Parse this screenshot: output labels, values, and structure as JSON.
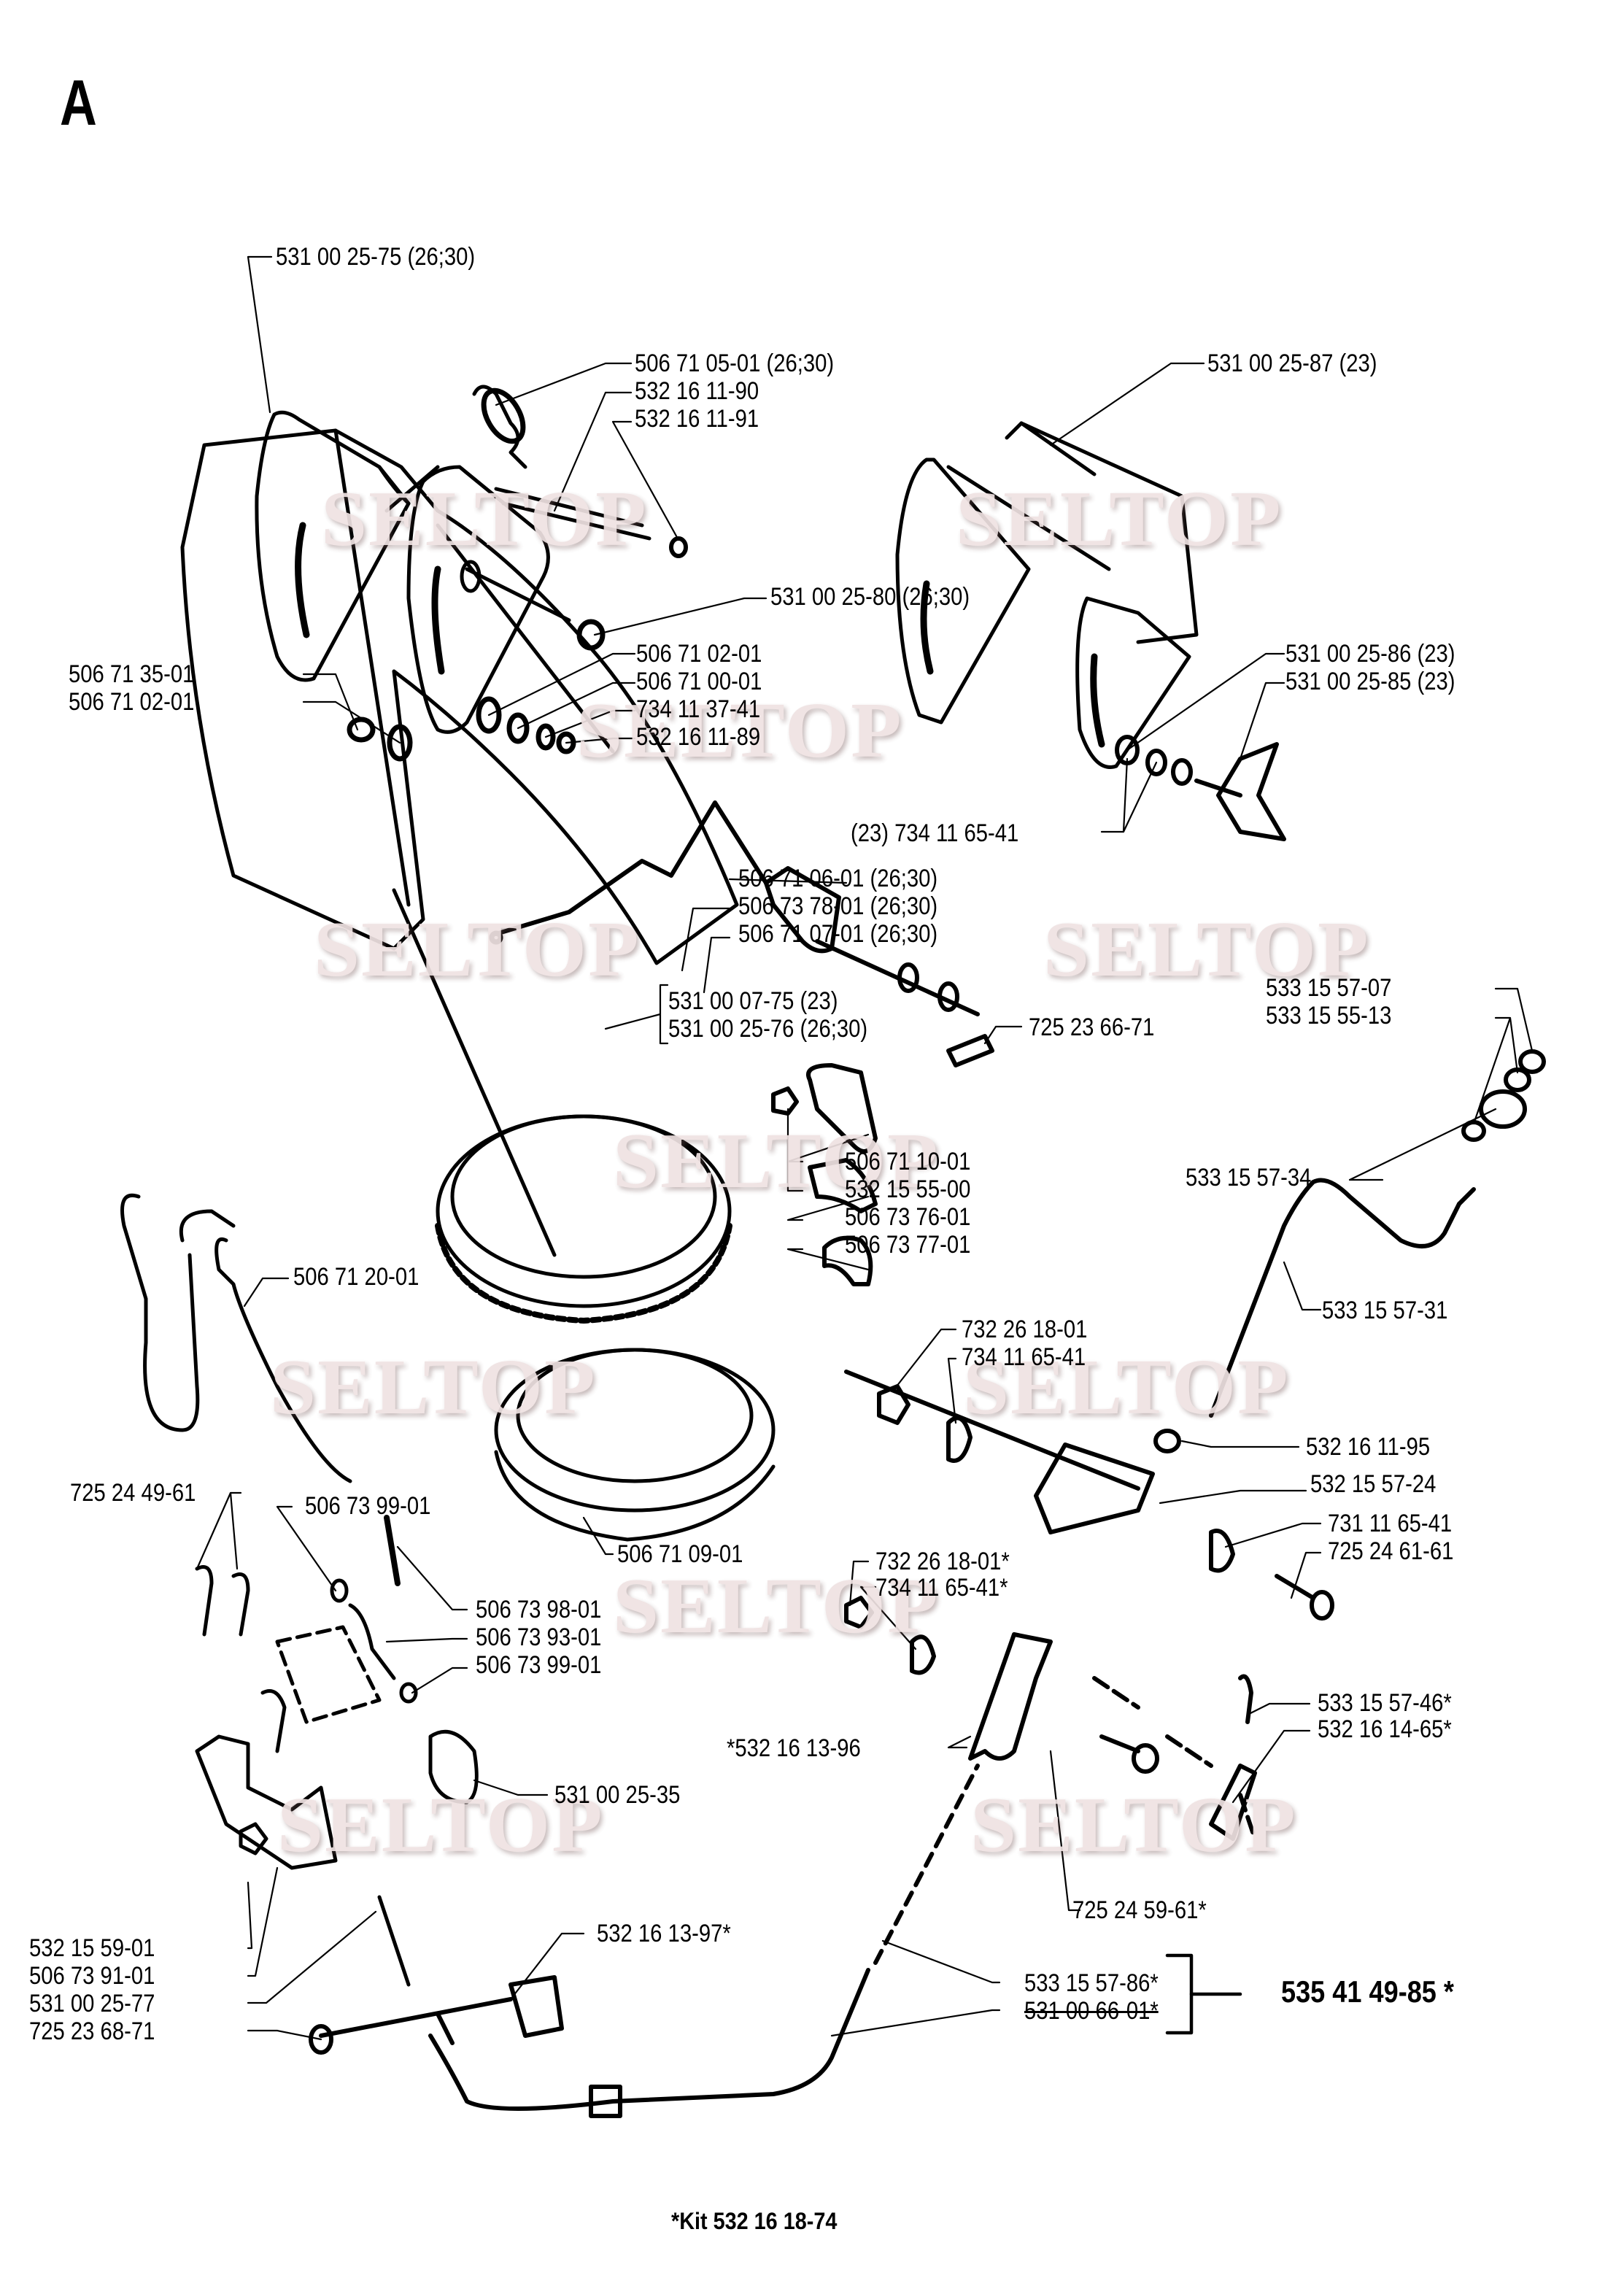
{
  "page": {
    "section_letter": "A",
    "kit_note": "*Kit 532 16 18-74",
    "watermark": "SELTOP",
    "watermark_color": "#efe2e2"
  },
  "labels": {
    "deflector_left_assembly": "531 00 25-75 (26;30)",
    "spring": "506 71 05-01 (26;30)",
    "pin_a": "532 16 11-90",
    "pin_b": "532 16 11-91",
    "deflector_right_assembly": "531 00 25-87 (23)",
    "bolt_left": "531 00 25-80 (26;30)",
    "washer_left_1": "506 71 35-01",
    "washer_left_2": "506 71 02-01",
    "washer_right_1": "506 71 02-01",
    "washer_right_2": "506 71 00-01",
    "washer_right_3": "734 11 37-41",
    "nut_right": "532 16 11-89",
    "knob_washer": "531 00 25-86 (23)",
    "knob": "531 00 25-85 (23)",
    "washer_23": "(23) 734 11 65-41",
    "bracket_top": "506 71 06-01 (26;30)",
    "clip_1": "506 73 78-01 (26;30)",
    "clip_2": "506 71 07-01 (26;30)",
    "chute_23": "531 00 07-75 (23)",
    "chute_26_30": "531 00 25-76 (26;30)",
    "screw_small": "725 23 66-71",
    "cap_nut": "533 15 57-07",
    "washer_crank": "533 15 55-13",
    "bushing": "533 15 57-34",
    "guide": "506 71 10-01",
    "nut_guide": "532 15 55-00",
    "shim": "506 73 76-01",
    "block": "506 73 77-01",
    "crank": "533 15 57-31",
    "chute_clip": "506 71 20-01",
    "nut_1": "732 26 18-01",
    "washer_1": "734 11 65-41",
    "bushing_crank": "532 16 11-95",
    "bracket_crank": "532 15 57-24",
    "screw_1": "725 24 49-61",
    "spring_washer_a": "506 73 99-01",
    "ring": "506 71 09-01",
    "washer_2": "731 11 65-41",
    "bolt_2": "725 24 61-61",
    "pin_spring": "506 73 98-01",
    "spring_2": "506 73 93-01",
    "spring_washer_b": "506 73 99-01",
    "nut_kit": "732 26 18-01*",
    "washer_kit": "734 11 65-41*",
    "cotter_pin": "533 15 57-46*",
    "link": "532 16 14-65*",
    "bracket_kit": "*532 16 13-96",
    "rubber_bumper": "531 00 25-35",
    "nut_base": "532 15 59-01",
    "bracket_base": "506 73 91-01",
    "rod": "531 00 25-77",
    "bolt_base": "725 23 68-71",
    "bolt_kit": "725 24 59-61*",
    "clamp_kit": "532 16 13-97*",
    "cable_kit": "533 15 57-86*",
    "cable_old": "531 00 66-01*",
    "cable_assembly": "535 41 49-85 *"
  }
}
